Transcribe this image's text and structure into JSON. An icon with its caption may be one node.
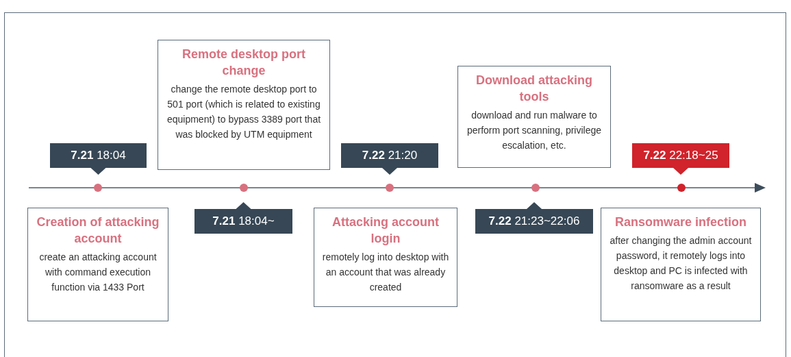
{
  "diagram": {
    "nodes": [
      {
        "text": [
          "**7.21** 18:04"
        ]
      },
      {
        "text": [
          "Creation of attacking account",
          "create an attacking account with command execution function via 1433 Port"
        ]
      },
      {
        "text": [
          "Remote desktop port change",
          "change the remote desktop port to 501 port (which is related to existing equipment) to bypass 3389 port that was blocked by UTM equipment"
        ]
      },
      {
        "text": [
          "**7.21** 18:04~"
        ]
      },
      {
        "text": [
          "**7.22** 21:20"
        ]
      },
      {
        "text": [
          "Attacking account login",
          "remotely log into desktop with an account that was already created"
        ]
      },
      {
        "text": [
          "Download attacking tools",
          "download and run malware to perform port scanning, privilege escalation, etc."
        ]
      },
      {
        "text": [
          "**7.22** 21:23~22:06"
        ]
      },
      {
        "text": [
          "**7.22** 22:18~25"
        ]
      },
      {
        "text": [
          "Ransomware infection",
          "after changing the admin account password, it remotely logs into desktop and PC is infected with ransomware as a result"
        ]
      }
    ]
  }
}
